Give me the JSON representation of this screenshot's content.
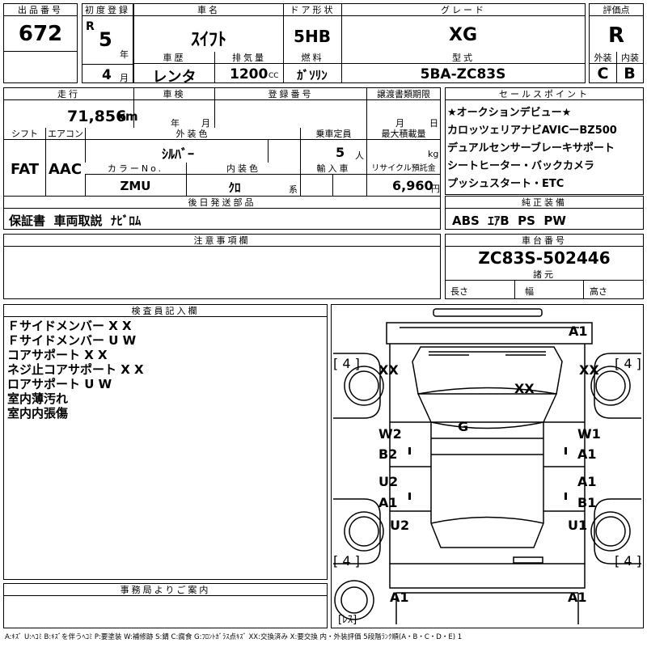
{
  "header": {
    "lot_label": "出品番号",
    "lot": "672",
    "reg_label": "初度登録",
    "era": "R",
    "year": "5",
    "year_unit": "年",
    "month": "4",
    "month_unit": "月",
    "car_name_label": "車名",
    "car_name": "ｽｲﾌﾄ",
    "door_label": "ドア形状",
    "door": "5HB",
    "grade_label": "グレード",
    "grade": "XG",
    "score_label": "評価点",
    "score": "R",
    "history_label": "車歴",
    "history": "レンタ",
    "displacement_label": "排気量",
    "displacement": "1200",
    "displacement_unit": "CC",
    "fuel_label": "燃料",
    "fuel": "ｶﾞｿﾘﾝ",
    "model_label": "型式",
    "model": "5BA-ZC83S",
    "exterior_label": "外装",
    "exterior": "C",
    "interior_label": "内装",
    "interior": "B"
  },
  "specs": {
    "mileage_label": "走行",
    "mileage": "71,856",
    "mileage_unit": "km",
    "inspection_label": "車検",
    "insp_year": "年",
    "insp_month": "月",
    "registration_label": "登録番号",
    "transfer_label": "譲渡書類期限",
    "transfer_month": "月",
    "transfer_day": "日",
    "shift_label": "シフト",
    "shift": "FAT",
    "ac_label": "エアコン",
    "ac": "AAC",
    "color_label": "外装色",
    "color": "ｼﾙﾊﾞｰ",
    "capacity_label": "乗車定員",
    "capacity": "5",
    "capacity_unit": "人",
    "load_label": "最大積載量",
    "load_unit": "kg",
    "color_no_label": "カラーNo.",
    "color_no": "ZMU",
    "int_color_label": "内装色",
    "int_color": "ｸﾛ",
    "int_color_unit": "系",
    "import_label": "輸入車",
    "recycle_label": "リサイクル預託金",
    "recycle": "6,960",
    "recycle_unit": "円"
  },
  "later_parts": {
    "label": "後日発送部品",
    "value": "保証書  車両取説  ﾅﾋﾞﾛﾑ"
  },
  "sales_points": {
    "label": "セールスポイント",
    "items": [
      "★オークションデビュー★",
      "カロッツェリアナビAVICーBZ500",
      "デュアルセンサーブレーキサポート",
      "シートヒーター・バックカメラ",
      "プッシュスタート・ETC"
    ]
  },
  "equipment": {
    "label": "純正装備",
    "value": "ABS  ｴｱB  PS  PW"
  },
  "notes": {
    "label": "注意事項欄"
  },
  "chassis": {
    "label": "車台番号",
    "value": "ZC83S-502446",
    "dims_label": "諸元",
    "length": "長さ",
    "width": "幅",
    "height": "高さ"
  },
  "inspector": {
    "label": "検査員記入欄",
    "lines": [
      "Ｆサイドメンバー X X",
      "Ｆサイドメンバー U W",
      "コアサポート X X",
      "ネジ止コアサポート X X",
      "ロアサポート U W",
      "室内薄汚れ",
      "室内内張傷"
    ]
  },
  "office": {
    "label": "事務局よりご案内"
  },
  "diagram": {
    "marks": {
      "front_bumper": "A1",
      "front_left": "XX",
      "front_right": "XX",
      "hood": "XX",
      "glass": "G",
      "left_front_door_1": "W2",
      "left_front_door_2": "B2",
      "right_front_door_1": "W1",
      "right_front_door_2": "A1",
      "left_rear_door_1": "U2",
      "left_rear_door_2": "A1",
      "right_rear_door_1": "A1",
      "right_rear_door_2": "B1",
      "left_rear_fender": "U2",
      "right_rear_fender": "U1",
      "rear_left": "A1",
      "rear_right": "A1"
    },
    "tire_fl": "4",
    "tire_fr": "4",
    "tire_rl": "4",
    "tire_rr": "4",
    "spare": "ﾚｽ"
  },
  "legend": "A:ｷｽﾞ  U:ﾍｺﾐ  B:ｷｽﾞを伴うﾍｺﾐ  P:要塗装  W:補修跡  S:錆  C:腐食  G:ﾌﾛﾝﾄｶﾞﾗｽ点ｷｽﾞ  XX:交換済み  X:要交換   内・外装評価  5段階ﾗﾝｸ順(A・B・C・D・E) 1"
}
